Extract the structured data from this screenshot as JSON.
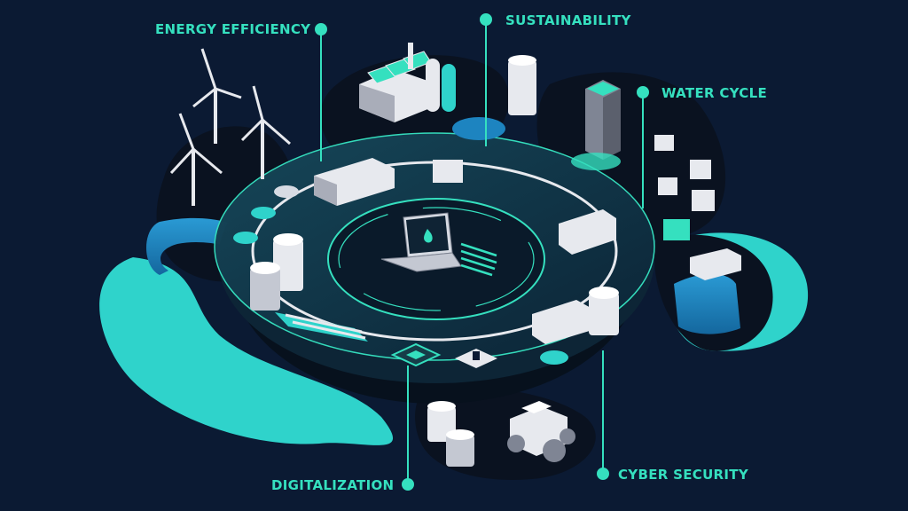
{
  "labels": {
    "energy_efficiency": "ENERGY EFFICIENCY",
    "sustainability": "SUSTAINABILITY",
    "water_cycle": "WATER CYCLE",
    "digitalization": "DIGITALIZATION",
    "cyber_security": "CYBER SECURITY"
  },
  "colors": {
    "background": "#0b1a33",
    "accent": "#35e0bf",
    "water": "#2fd3cb",
    "river": "#1d84c0",
    "platform_dark": "#0f2a3b",
    "building_light": "#e7e9ee",
    "building_shadow": "#a9adb9"
  },
  "icons": {
    "laptop": "laptop-water-drop-icon",
    "turbines": "wind-turbine-icon",
    "tanks": "storage-tank-icon",
    "tractor": "tractor-icon",
    "chip": "processor-chip-icon",
    "lock": "security-lock-icon"
  }
}
